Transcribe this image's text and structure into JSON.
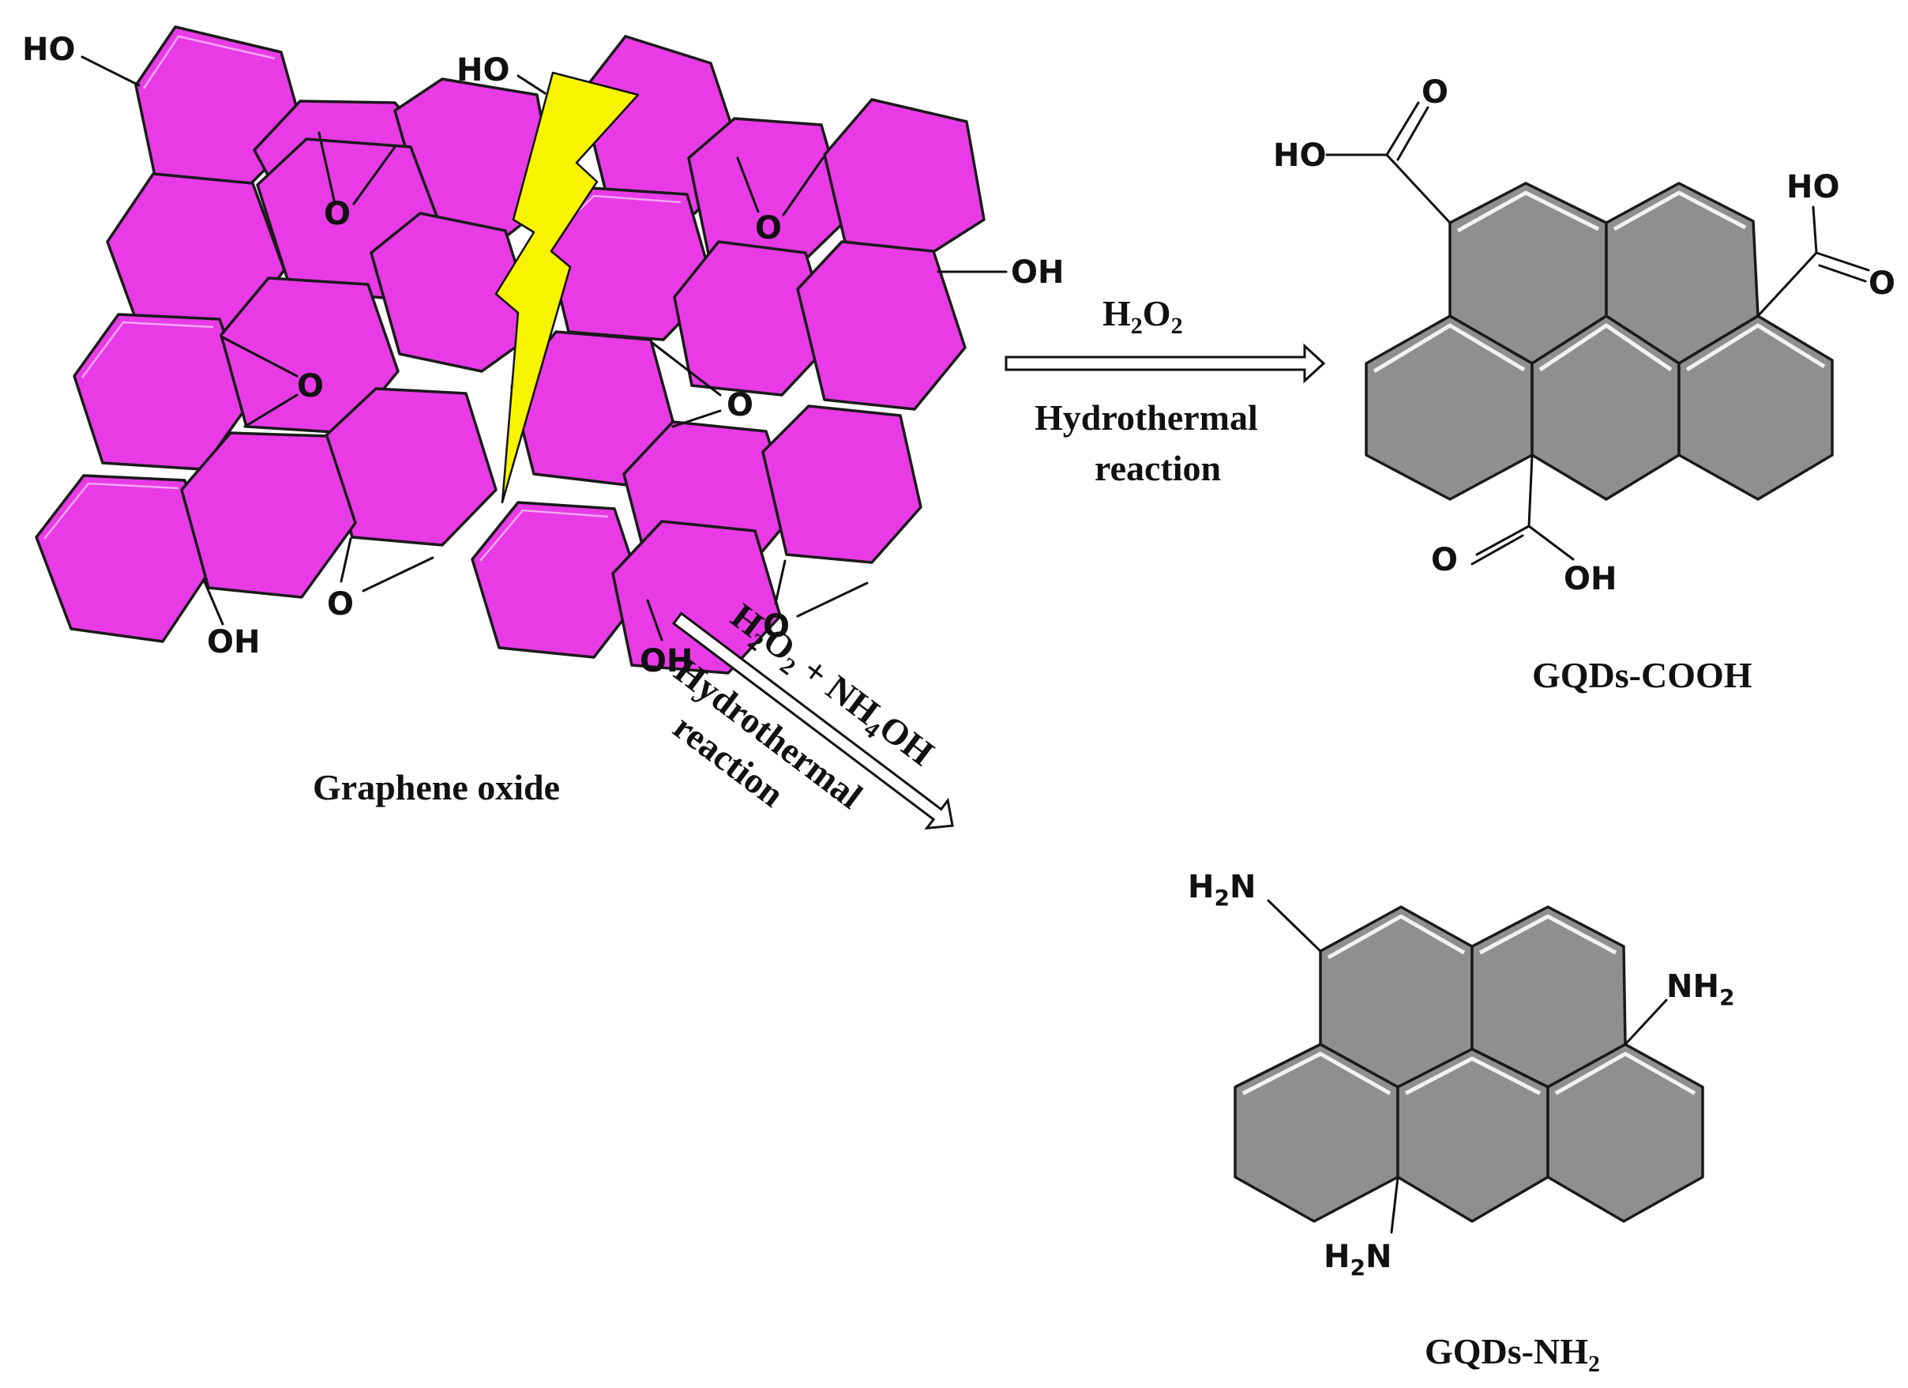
{
  "labels": {
    "graphene_oxide": "Graphene oxide",
    "gqds_cooh": "GQDs-COOH",
    "gqds_nh2_main": "GQDs-NH",
    "gqds_nh2_sub": "2"
  },
  "reaction_top": {
    "reagent_h": "H",
    "reagent_h_sub": "2",
    "reagent_o": "O",
    "reagent_o_sub": "2",
    "condition_line1": "Hydrothermal",
    "condition_line2": "reaction"
  },
  "reaction_diag": {
    "r1": "H",
    "r1_sub": "2",
    "r2": "O",
    "r2_sub": "2",
    "r3": " + NH",
    "r3_sub": "4",
    "r4": "OH",
    "condition_line1": "Hydrothermal",
    "condition_line2": "reaction"
  },
  "groups": {
    "ho": "HO",
    "oh": "OH",
    "o": "O",
    "h2n_h": "H",
    "h2n_sub": "2",
    "h2n_n": "N",
    "nh2_nh": "NH",
    "nh2_sub": "2"
  },
  "colors": {
    "graphene_oxide_fill": "#E83BE6",
    "quantum_dot_fill": "#8F8F8F",
    "lightning_fill": "#F8F400"
  },
  "icons": {
    "energy": "lightning-bolt-icon"
  }
}
